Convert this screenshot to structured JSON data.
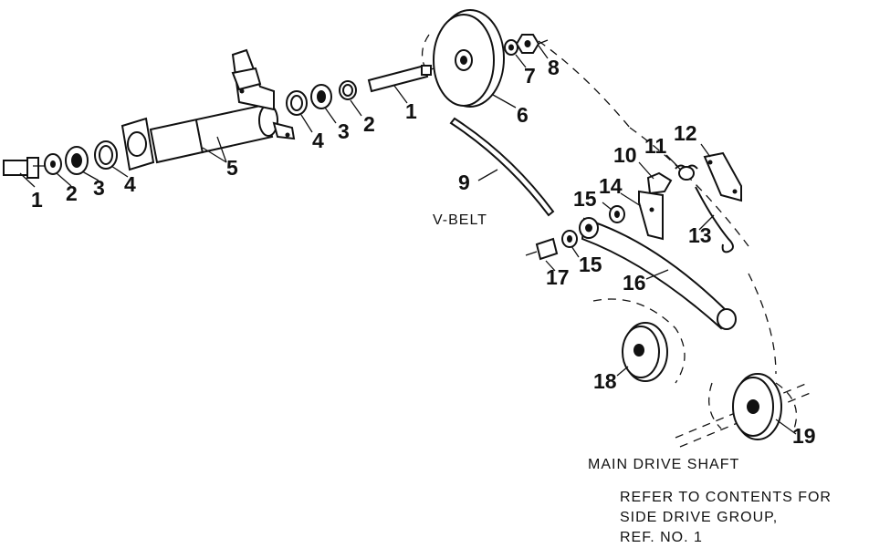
{
  "callouts": {
    "left_1": "1",
    "left_2": "2",
    "left_3": "3",
    "left_4": "4",
    "c5": "5",
    "mid_4": "4",
    "mid_3": "3",
    "mid_2": "2",
    "mid_1": "1",
    "c6": "6",
    "c7": "7",
    "c8": "8",
    "c9": "9",
    "c10": "10",
    "c11": "11",
    "c12": "12",
    "c13": "13",
    "c14": "14",
    "c15_upper": "15",
    "c15_lower": "15",
    "c16": "16",
    "c17": "17",
    "c18": "18",
    "c19": "19"
  },
  "labels": {
    "v_belt": "V-BELT",
    "main_drive_shaft": "MAIN DRIVE SHAFT",
    "note_line1": "REFER TO CONTENTS FOR",
    "note_line2": "SIDE DRIVE GROUP,",
    "note_line3": "REF. NO. 1"
  }
}
